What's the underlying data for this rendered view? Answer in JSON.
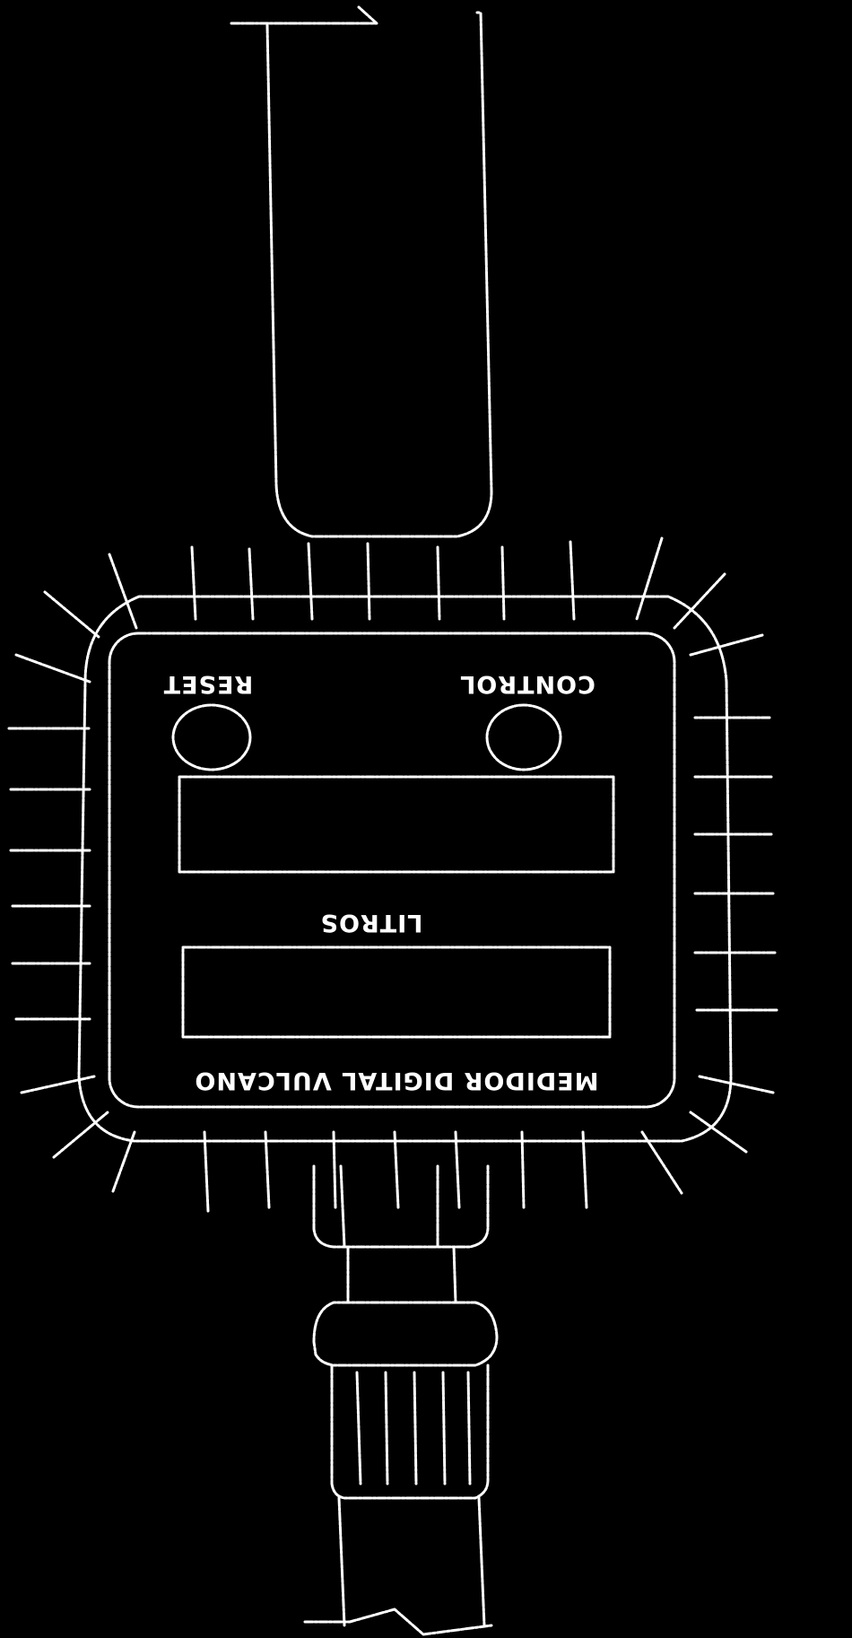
{
  "meter": {
    "reset_label": "RESET",
    "control_label": "CONTROL",
    "unit_label": "LITROS",
    "brand_label": "MEDIDOR DIGITAL VULCANO",
    "display_top_value": "",
    "display_bottom_value": ""
  },
  "colors": {
    "background": "#000000",
    "line": "#ffffff"
  }
}
